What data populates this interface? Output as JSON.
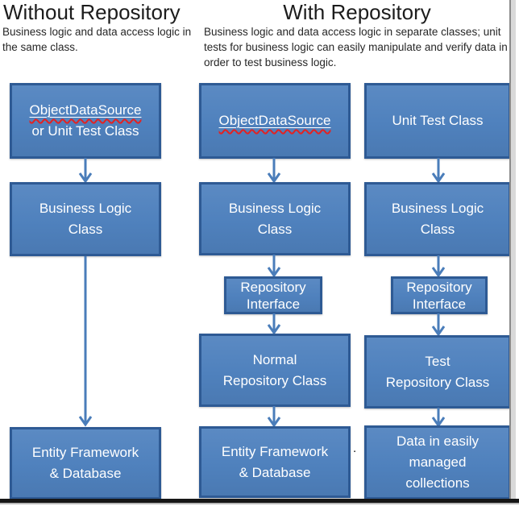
{
  "sections": {
    "without": {
      "title": "Without Repository",
      "description": "Business logic and data access logic in the same class."
    },
    "with": {
      "title": "With Repository",
      "description": "Business logic and data access logic in separate classes; unit tests for business logic can easily manipulate and verify data in order to test business logic."
    }
  },
  "boxes": {
    "without_source": {
      "lines": [
        "ObjectDataSource",
        "or Unit Test Class"
      ]
    },
    "without_business": {
      "lines": [
        "Business Logic",
        "Class"
      ]
    },
    "without_ef": {
      "lines": [
        "Entity Framework",
        "& Database"
      ]
    },
    "normal_source": {
      "lines": [
        "ObjectDataSource"
      ]
    },
    "normal_business": {
      "lines": [
        "Business Logic",
        "Class"
      ]
    },
    "normal_repo_interface": {
      "lines": [
        "Repository",
        "Interface"
      ]
    },
    "normal_repo": {
      "lines": [
        "Normal",
        "Repository Class"
      ]
    },
    "normal_ef": {
      "lines": [
        "Entity Framework",
        "& Database"
      ]
    },
    "test_source": {
      "lines": [
        "Unit Test Class"
      ]
    },
    "test_business": {
      "lines": [
        "Business Logic",
        "Class"
      ]
    },
    "test_repo_interface": {
      "lines": [
        "Repository",
        "Interface"
      ]
    },
    "test_repo": {
      "lines": [
        "Test",
        "Repository Class"
      ]
    },
    "test_data": {
      "lines": [
        "Data in easily",
        "managed",
        "collections"
      ]
    }
  },
  "stray_mark": ".",
  "colors": {
    "box_fill": "#4f81bd",
    "box_border": "#2e5a94",
    "arrow": "#4a7dba",
    "spellcheck_underline": "#e22222"
  }
}
